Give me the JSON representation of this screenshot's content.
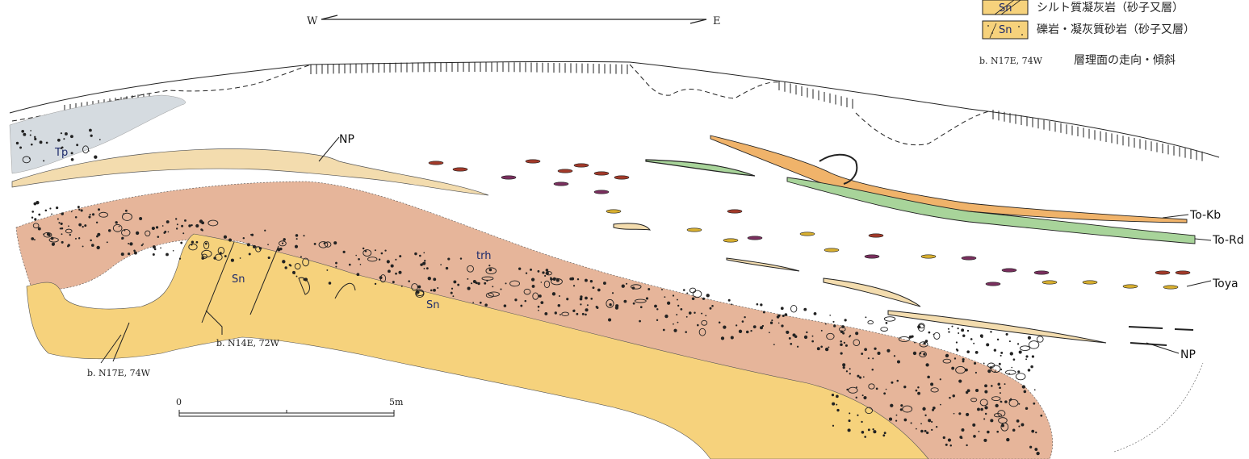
{
  "orientation": {
    "west": "W",
    "east": "E"
  },
  "legend": {
    "items": [
      {
        "symbol": "Sn",
        "text": "シルト質凝灰岩（砂子又層）",
        "color": "#f6d27c"
      },
      {
        "symbol": "Sn",
        "text": "礫岩・凝灰質砂岩（砂子又層）",
        "color": "#f6d27c"
      }
    ],
    "bedding_example": "b. N17E, 74W",
    "bedding_text": "層理面の走向・傾斜"
  },
  "units": {
    "tp": "Tp",
    "np_upper": "NP",
    "trh": "trh",
    "sn_1": "Sn",
    "sn_2": "Sn",
    "to_kb": "To-Kb",
    "to_rd": "To-Rd",
    "toya": "Toya",
    "np_lower": "NP"
  },
  "annotations": {
    "bedding_left": "b. N17E, 74W",
    "bedding_center": "b. N14E, 72W"
  },
  "scale": {
    "start": "0",
    "end": "5m"
  },
  "colors": {
    "tp": "#d5dbe0",
    "np": "#f3dcae",
    "trh": "#e6b59a",
    "sn": "#f6d27c",
    "to_kb": "#f0b36a",
    "to_rd": "#a8d49a",
    "tephra_red": "#a33a2a",
    "tephra_yellow": "#d9b030",
    "tephra_purple": "#7a2f5e"
  }
}
